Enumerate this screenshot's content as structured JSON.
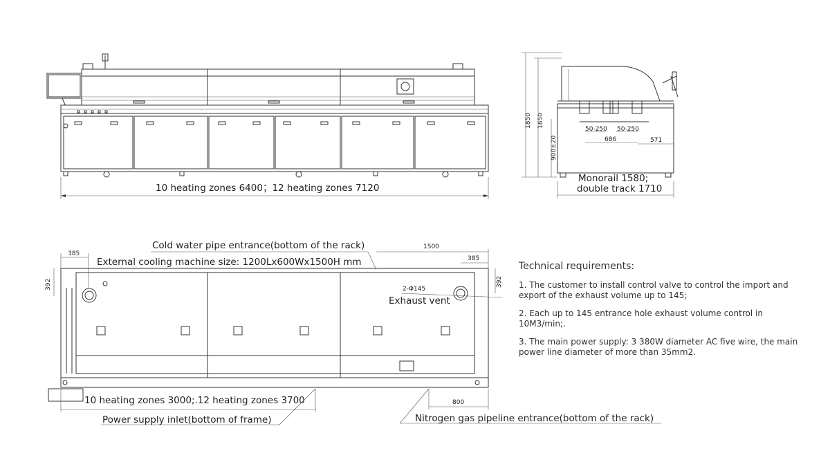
{
  "front_view": {
    "total_length_label": "10 heating zones 6400；12 heating zones 7120"
  },
  "side_view": {
    "height_total": "1850",
    "height_body": "1650",
    "height_rail": "900±20",
    "rail_range_left": "50-250",
    "rail_range_right": "50-250",
    "rail_span": "686",
    "rail_offset": "571",
    "monorail_label": "Monorail 1580;",
    "double_track_label": "double track 1710"
  },
  "top_view": {
    "cold_water_label": "Cold water pipe entrance(bottom of the rack)",
    "cooling_machine_label": "External cooling machine size: 1200Lx600Wx1500H mm",
    "dim_left_385": "385",
    "dim_1500": "1500",
    "dim_right_385": "385",
    "dim_left_392": "392",
    "dim_right_392": "392",
    "exhaust_dim": "2-Φ145",
    "exhaust_label": "Exhaust vent",
    "heating_length_label": "10 heating zones 3000;.12 heating zones 3700",
    "power_label": "Power supply inlet(bottom of frame)",
    "nitrogen_label": "Nitrogen gas pipeline entrance(bottom of the rack)",
    "dim_800": "800"
  },
  "requirements": {
    "title": "Technical requirements:",
    "items": [
      "1. The customer to install control valve to control the import and export of the exhaust volume up to 145;",
      "2. Each up to 145 entrance hole exhaust volume control in 10M3/min;.",
      "3. The main power supply: 3 380W diameter AC five wire, the main power line diameter of more than 35mm2."
    ]
  }
}
